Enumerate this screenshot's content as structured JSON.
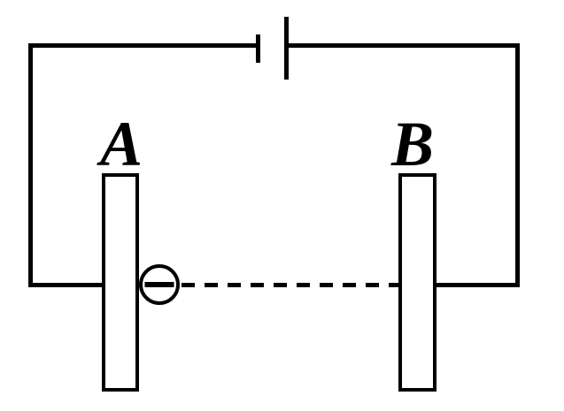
{
  "diagram": {
    "type": "physics-circuit-capacitor",
    "description": "Parallel-plate capacitor connected to a battery; a circled negative charge sits at plate A with a dashed trajectory toward plate B",
    "background_color": "#ffffff",
    "line_color": "#000000",
    "plates": [
      {
        "label": "A"
      },
      {
        "label": "B"
      }
    ],
    "battery": {
      "style": "single-cell",
      "short_terminal": "left",
      "long_terminal": "right"
    },
    "charge": {
      "sign": "−",
      "name": "negative-charge"
    },
    "trajectory": {
      "style": "dashed",
      "from": "plate A",
      "to": "plate B"
    }
  }
}
